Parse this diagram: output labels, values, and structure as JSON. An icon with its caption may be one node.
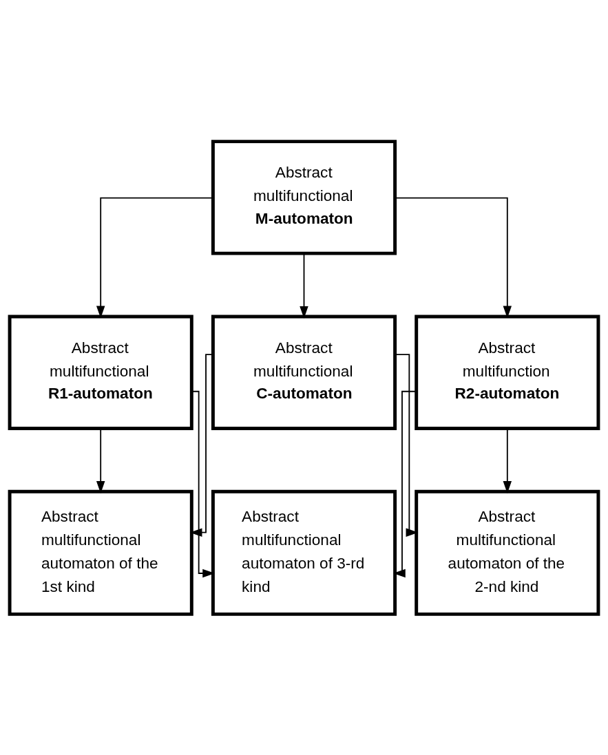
{
  "diagram": {
    "nodes": [
      {
        "text": [
          "Abstract multifunctional",
          "M-automaton"
        ]
      },
      {
        "text": [
          "Abstract multifunctional",
          "C-automaton"
        ]
      },
      {
        "text": [
          "Abstract multifunctional",
          "R1-automaton"
        ]
      },
      {
        "text": [
          "Abstract multifunction",
          "R2-automaton"
        ]
      },
      {
        "text": [
          "Abstract multifunctional automaton of the 1st kind"
        ]
      },
      {
        "text": [
          "Abstract multifunctional automaton of the 2-nd kind"
        ]
      },
      {
        "text": [
          "Abstract multifunctional automaton of 3-rd kind"
        ]
      }
    ],
    "edges": [
      {
        "from": 0,
        "to": 1,
        "arrow": "to"
      },
      {
        "from": 0,
        "to": 2,
        "arrow": "to"
      },
      {
        "from": 0,
        "to": 3,
        "arrow": "to"
      },
      {
        "from": 1,
        "to": 4,
        "arrow": "to"
      },
      {
        "from": 1,
        "to": 5,
        "arrow": "to"
      },
      {
        "from": 2,
        "to": 4,
        "arrow": "to"
      },
      {
        "from": 2,
        "to": 6,
        "arrow": "to"
      },
      {
        "from": 3,
        "to": 5,
        "arrow": "to"
      },
      {
        "from": 3,
        "to": 6,
        "arrow": "to"
      }
    ]
  }
}
